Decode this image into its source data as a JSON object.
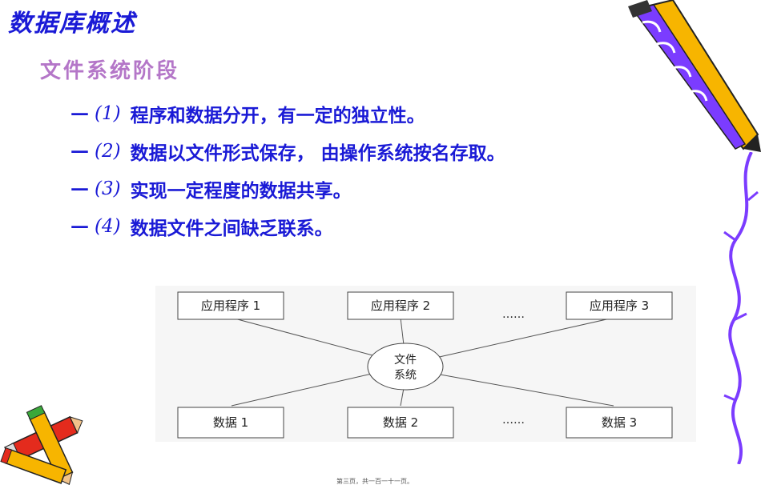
{
  "slide": {
    "title": "数据库概述",
    "section": "文件系统阶段",
    "dash": "—",
    "bullets": [
      {
        "num": "(1)",
        "text": "程序和数据分开，有一定的独立性。"
      },
      {
        "num": "(2)",
        "text": "数据以文件形式保存， 由操作系统按名存取。"
      },
      {
        "num": "(3)",
        "text": "实现一定程度的数据共享。"
      },
      {
        "num": "(4)",
        "text": "数据文件之间缺乏联系。"
      }
    ]
  },
  "diagram": {
    "programs": [
      "应用程序 1",
      "应用程序 2",
      "应用程序 3"
    ],
    "center_line1": "文件",
    "center_line2": "系统",
    "data_files": [
      "数据 1",
      "数据 2",
      "数据 3"
    ],
    "ellipsis_top": "……",
    "ellipsis_bottom": "……"
  },
  "footer": "第三页，共一百一十一页。",
  "colors": {
    "title_blue": "#1a1ad6",
    "section_purple": "#b476c8",
    "pen_yellow": "#f7b500",
    "pen_purple": "#7b3cff"
  }
}
